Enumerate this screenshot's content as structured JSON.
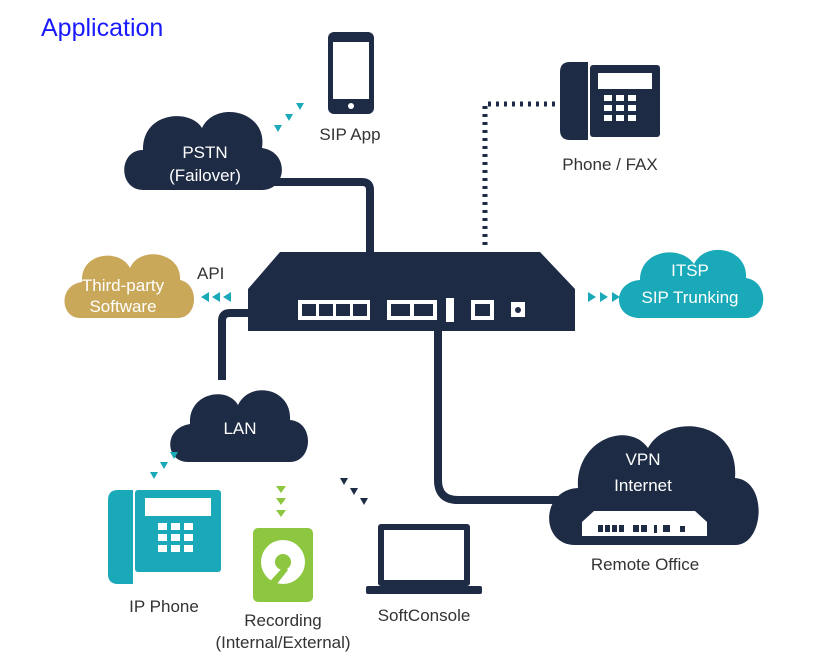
{
  "title": "Application",
  "nodes": {
    "pstn": {
      "line1": "PSTN",
      "line2": "(Failover)"
    },
    "sip_app": {
      "label": "SIP App"
    },
    "phone_fax": {
      "label": "Phone / FAX"
    },
    "third_party": {
      "line1": "Third-party",
      "line2": "Software"
    },
    "api": {
      "label": "API"
    },
    "itsp": {
      "line1": "ITSP",
      "line2": "SIP Trunking"
    },
    "lan": {
      "label": "LAN"
    },
    "vpn": {
      "line1": "VPN",
      "line2": "Internet"
    },
    "remote_office": {
      "label": "Remote Office"
    },
    "ip_phone": {
      "label": "IP Phone"
    },
    "recording": {
      "line1": "Recording",
      "line2": "(Internal/External)"
    },
    "softconsole": {
      "label": "SoftConsole"
    }
  },
  "colors": {
    "navy": "#1e2b45",
    "teal": "#19a9b8",
    "gold": "#c9a85a",
    "green": "#8dc63f",
    "title_blue": "#1a1aff"
  },
  "icons": [
    "smartphone-icon",
    "desk-phone-icon",
    "hard-drive-icon",
    "laptop-icon",
    "pbx-appliance-icon"
  ]
}
